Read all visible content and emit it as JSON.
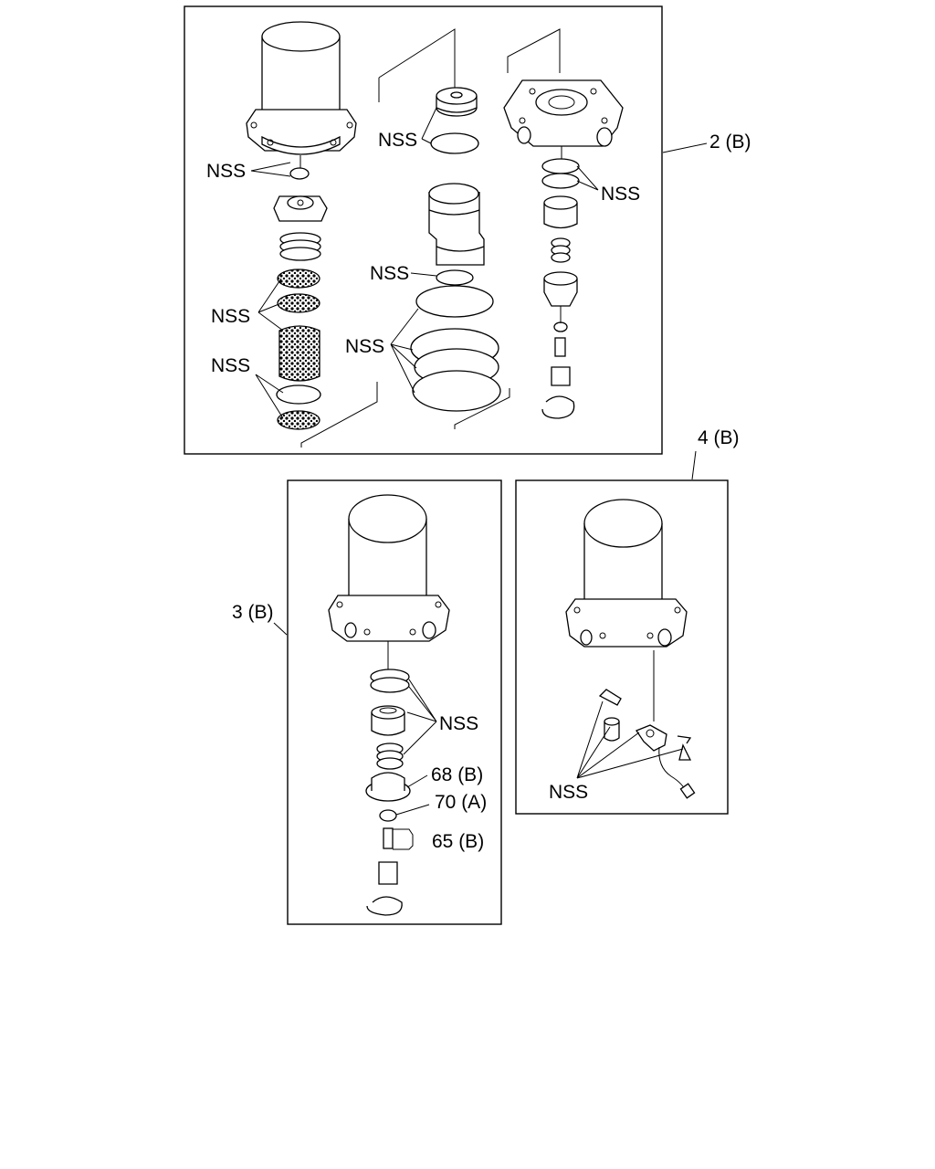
{
  "labels": {
    "nss": "NSS",
    "ref_2b": "2 (B)",
    "ref_3b": "3 (B)",
    "ref_4b": "4 (B)",
    "ref_68b": "68 (B)",
    "ref_70a": "70 (A)",
    "ref_65b": "65 (B)"
  }
}
